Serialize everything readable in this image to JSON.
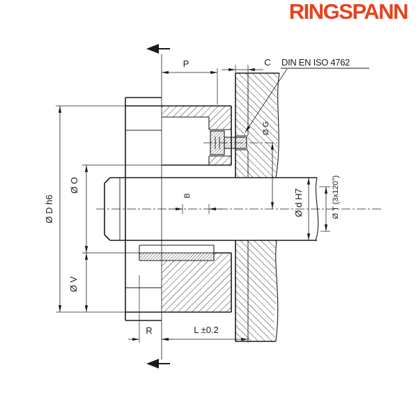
{
  "logo": {
    "text": "RINGSPANN",
    "color": "#E5431E"
  },
  "drawing": {
    "background": "#FFFFFF",
    "line_color": "#1A1A1A",
    "screw_standard_note": "DIN EN ISO 4762",
    "dimensions": {
      "P": "P",
      "C": "C",
      "D": "Ø D h6",
      "O": "Ø O",
      "V": "Ø V",
      "d": "Ø d H7",
      "T": "Ø T (3x120°)",
      "G": "Ø G",
      "B": "B",
      "R": "R",
      "L": "L ±0.2"
    }
  }
}
